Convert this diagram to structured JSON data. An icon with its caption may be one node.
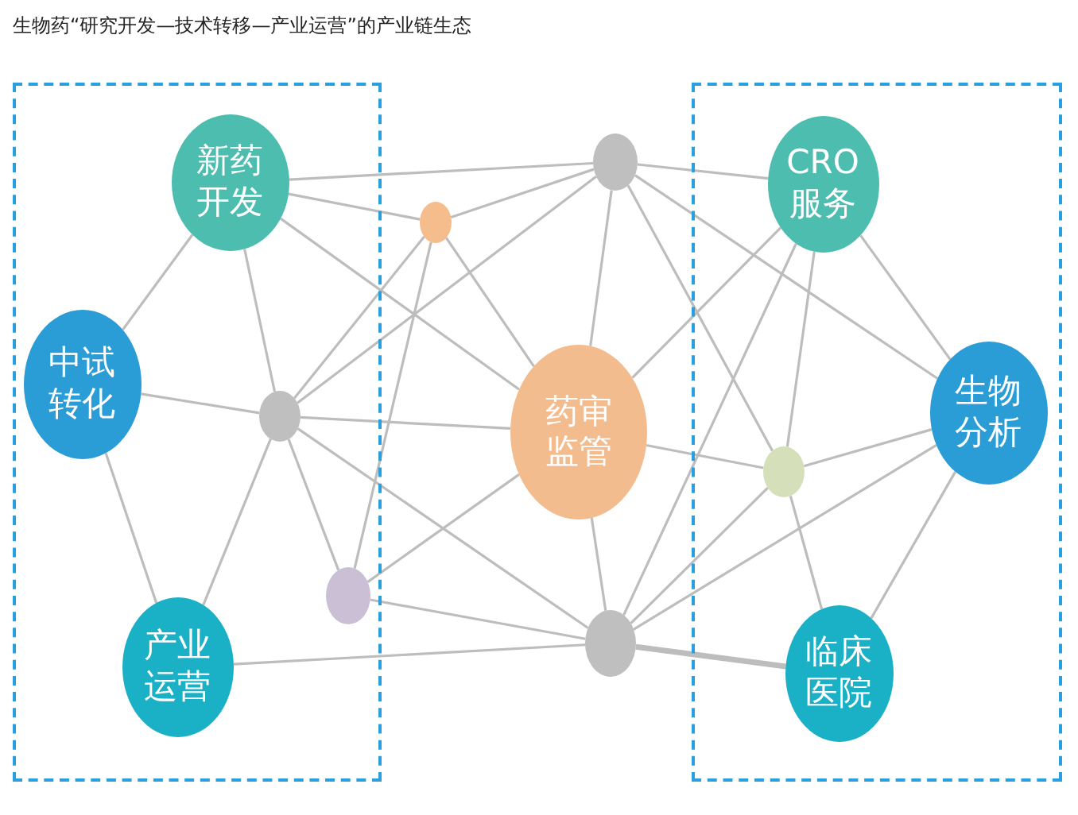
{
  "diagram": {
    "title": "生物药“研究开发—技术转移—产业运营”的产业链生态",
    "nodes": [
      {
        "text": [],
        "shape": "box"
      },
      {
        "text": [
          "新药开发"
        ],
        "in": 0
      },
      {
        "text": [
          "中试转化"
        ],
        "in": 0
      },
      {
        "text": [
          "产业运营"
        ],
        "in": 0
      },
      {
        "text": [
          "药审监管"
        ]
      },
      {
        "text": [],
        "shape": "box"
      },
      {
        "text": [
          "CRO服务"
        ],
        "in": 5
      },
      {
        "text": [
          "生物分析"
        ],
        "in": 5
      },
      {
        "text": [
          "临床医院"
        ],
        "in": 5
      },
      {
        "text": [],
        "shape": "circle"
      },
      {
        "text": [],
        "shape": "circle"
      },
      {
        "text": [],
        "shape": "circle",
        "in": 0
      },
      {
        "text": [],
        "shape": "circle",
        "in": 0
      },
      {
        "text": [],
        "shape": "circle",
        "in": 5
      },
      {
        "text": [],
        "shape": "circle"
      }
    ],
    "edges": [
      {
        "from": 1,
        "to": 9,
        "arrow": "none"
      },
      {
        "from": 1,
        "to": 10,
        "arrow": "none"
      },
      {
        "from": 1,
        "to": 2,
        "arrow": "none"
      },
      {
        "from": 1,
        "to": 11,
        "arrow": "none"
      },
      {
        "from": 1,
        "to": 4,
        "arrow": "none"
      },
      {
        "from": 10,
        "to": 9,
        "arrow": "none"
      },
      {
        "from": 10,
        "to": 11,
        "arrow": "none"
      },
      {
        "from": 10,
        "to": 12,
        "arrow": "none"
      },
      {
        "from": 10,
        "to": 4,
        "arrow": "none"
      },
      {
        "from": 2,
        "to": 11,
        "arrow": "none"
      },
      {
        "from": 2,
        "to": 3,
        "arrow": "none"
      },
      {
        "from": 11,
        "to": 3,
        "arrow": "none"
      },
      {
        "from": 11,
        "to": 12,
        "arrow": "none"
      },
      {
        "from": 11,
        "to": 9,
        "arrow": "none"
      },
      {
        "from": 11,
        "to": 4,
        "arrow": "none"
      },
      {
        "from": 11,
        "to": 14,
        "arrow": "none"
      },
      {
        "from": 3,
        "to": 14,
        "arrow": "none"
      },
      {
        "from": 12,
        "to": 4,
        "arrow": "none"
      },
      {
        "from": 12,
        "to": 14,
        "arrow": "none"
      },
      {
        "from": 9,
        "to": 4,
        "arrow": "none"
      },
      {
        "from": 9,
        "to": 6,
        "arrow": "none"
      },
      {
        "from": 9,
        "to": 13,
        "arrow": "none"
      },
      {
        "from": 9,
        "to": 7,
        "arrow": "none"
      },
      {
        "from": 6,
        "to": 4,
        "arrow": "none"
      },
      {
        "from": 6,
        "to": 14,
        "arrow": "none"
      },
      {
        "from": 6,
        "to": 13,
        "arrow": "none"
      },
      {
        "from": 6,
        "to": 7,
        "arrow": "none"
      },
      {
        "from": 7,
        "to": 13,
        "arrow": "none"
      },
      {
        "from": 7,
        "to": 14,
        "arrow": "none"
      },
      {
        "from": 7,
        "to": 8,
        "arrow": "none"
      },
      {
        "from": 13,
        "to": 4,
        "arrow": "none"
      },
      {
        "from": 13,
        "to": 8,
        "arrow": "none"
      },
      {
        "from": 13,
        "to": 14,
        "arrow": "none"
      },
      {
        "from": 4,
        "to": 14,
        "arrow": "none"
      },
      {
        "from": 14,
        "to": 8,
        "arrow": "none",
        "style": "thick"
      }
    ]
  }
}
